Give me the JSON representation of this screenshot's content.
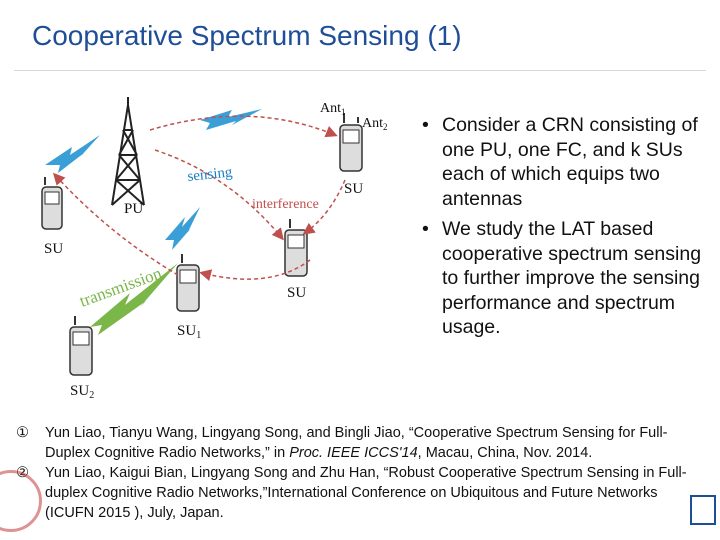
{
  "title": "Cooperative Spectrum Sensing (1)",
  "diagram": {
    "ant1": "Ant",
    "ant1_sub": "1",
    "ant2": "Ant",
    "ant2_sub": "2",
    "sensing": "sensing",
    "interference": "interference",
    "transmission": "transmission",
    "pu": "PU",
    "su_left": "SU",
    "su_topright": "SU",
    "su_mid": "SU",
    "su1": "SU",
    "su1_sub": "1",
    "su2": "SU",
    "su2_sub": "2"
  },
  "bullets": [
    "Consider a CRN consisting of one PU, one FC, and k SUs each of which equips two antennas",
    "We study the LAT based cooperative spectrum sensing to further improve the sensing performance and spectrum usage."
  ],
  "bullet_symbol": "•",
  "references": [
    {
      "num": "①",
      "before": "Yun Liao, Tianyu Wang, Lingyang Song, and Bingli Jiao, “Cooperative Spectrum Sensing for Full-Duplex Cognitive Radio Networks,” in ",
      "italic": "Proc. IEEE ICCS'14",
      "after": ", Macau, China, Nov. 2014."
    },
    {
      "num": "②",
      "before": "Yun Liao, Kaigui Bian, Lingyang Song and Zhu Han, “Robust Cooperative Spectrum Sensing in Full-duplex Cognitive Radio Networks,”International Conference on Ubiquitous and Future Networks (ICUFN 2015 ), July, Japan.",
      "italic": "",
      "after": ""
    }
  ],
  "colors": {
    "title": "#1f4e99",
    "lightning": "#3a9fd6",
    "transmission": "#7ab648",
    "arrow": "#c0504d",
    "seal": "#c23a3a"
  }
}
